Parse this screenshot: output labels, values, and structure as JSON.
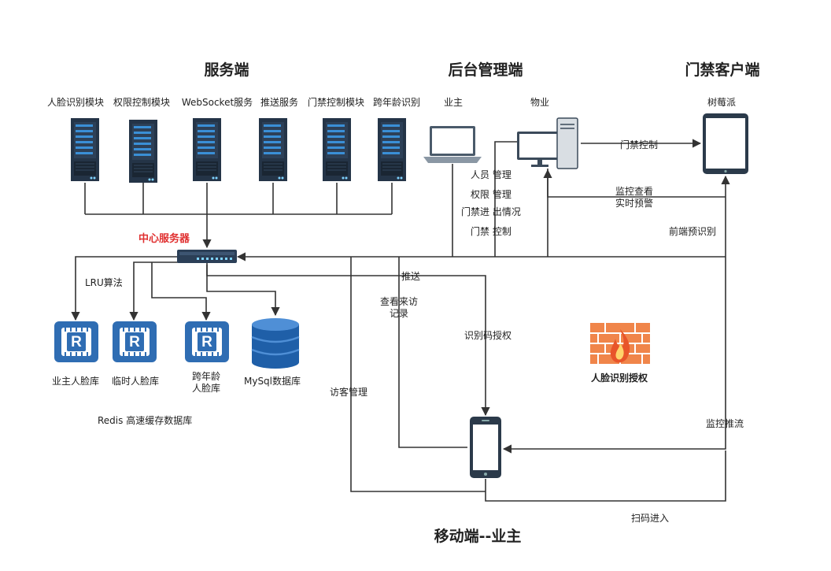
{
  "titles": {
    "server": "服务端",
    "admin": "后台管理端",
    "door_client": "门禁客户端",
    "mobile": "移动端--业主",
    "center_server": "中心服务器"
  },
  "modules": [
    "人脸识别模块",
    "权限控制模块",
    "WebSocket服务",
    "推送服务",
    "门禁控制模块",
    "跨年龄识别"
  ],
  "admin": {
    "owner": "业主",
    "property": "物业",
    "functions": [
      "人员  管理",
      "权限  管理",
      "门禁进  出情况",
      "门禁  控制"
    ]
  },
  "door": {
    "device": "树莓派",
    "control": "门禁控制",
    "monitor_line1": "监控查看",
    "monitor_line2": "实时预警",
    "front_recog": "前端预识别"
  },
  "storage": {
    "lru": "LRU算法",
    "owner_face": "业主人脸库",
    "temp_face": "临时人脸库",
    "age_face_line1": "跨年龄",
    "age_face_line2": "人脸库",
    "mysql": "MySql数据库",
    "redis_caption": "Redis 高速缓存数据库"
  },
  "flows": {
    "push": "推送",
    "visit_record_line1": "查看来访",
    "visit_record_line2": "记录",
    "visitor_mgmt": "访客管理",
    "code_auth": "识别码授权",
    "face_auth": "人脸识别授权",
    "monitor_stream": "监控推流",
    "scan_enter": "扫码进入"
  },
  "colors": {
    "server_body": "#243447",
    "server_light": "#3a8fd6",
    "redis_blue": "#2f6db3",
    "mysql_blue": "#1f5fa8",
    "firewall": "#f0854a",
    "center_title": "#e03030",
    "line": "#333333"
  }
}
